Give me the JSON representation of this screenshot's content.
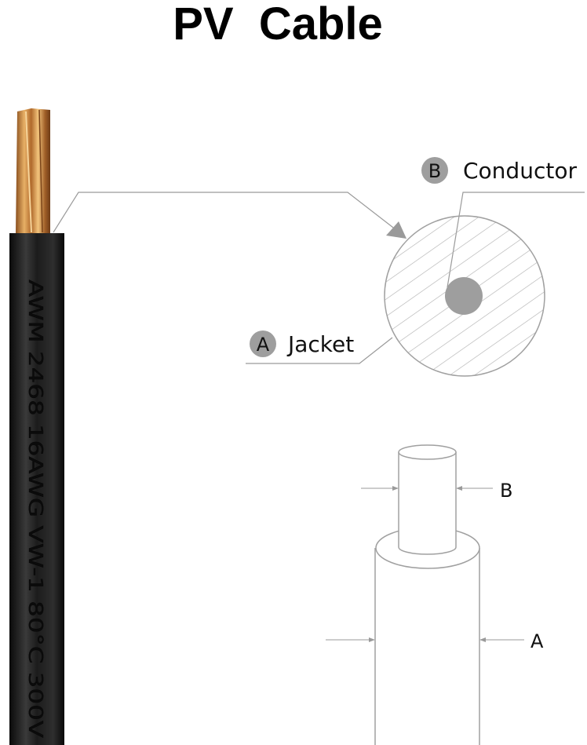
{
  "title": "PV  Cable",
  "cable_print": "AWM  2468  16AWG  VW-1  80°C  300V",
  "cross_section": {
    "conductor": {
      "badge": "B",
      "label": "Conductor"
    },
    "jacket": {
      "badge": "A",
      "label": "Jacket"
    }
  },
  "side_view": {
    "inner_label": "B",
    "outer_label": "A"
  },
  "colors": {
    "jacket": "#1a1a1a",
    "copper": "#c98a45",
    "badge": "#9e9e9e",
    "line": "#9a9a9a"
  }
}
